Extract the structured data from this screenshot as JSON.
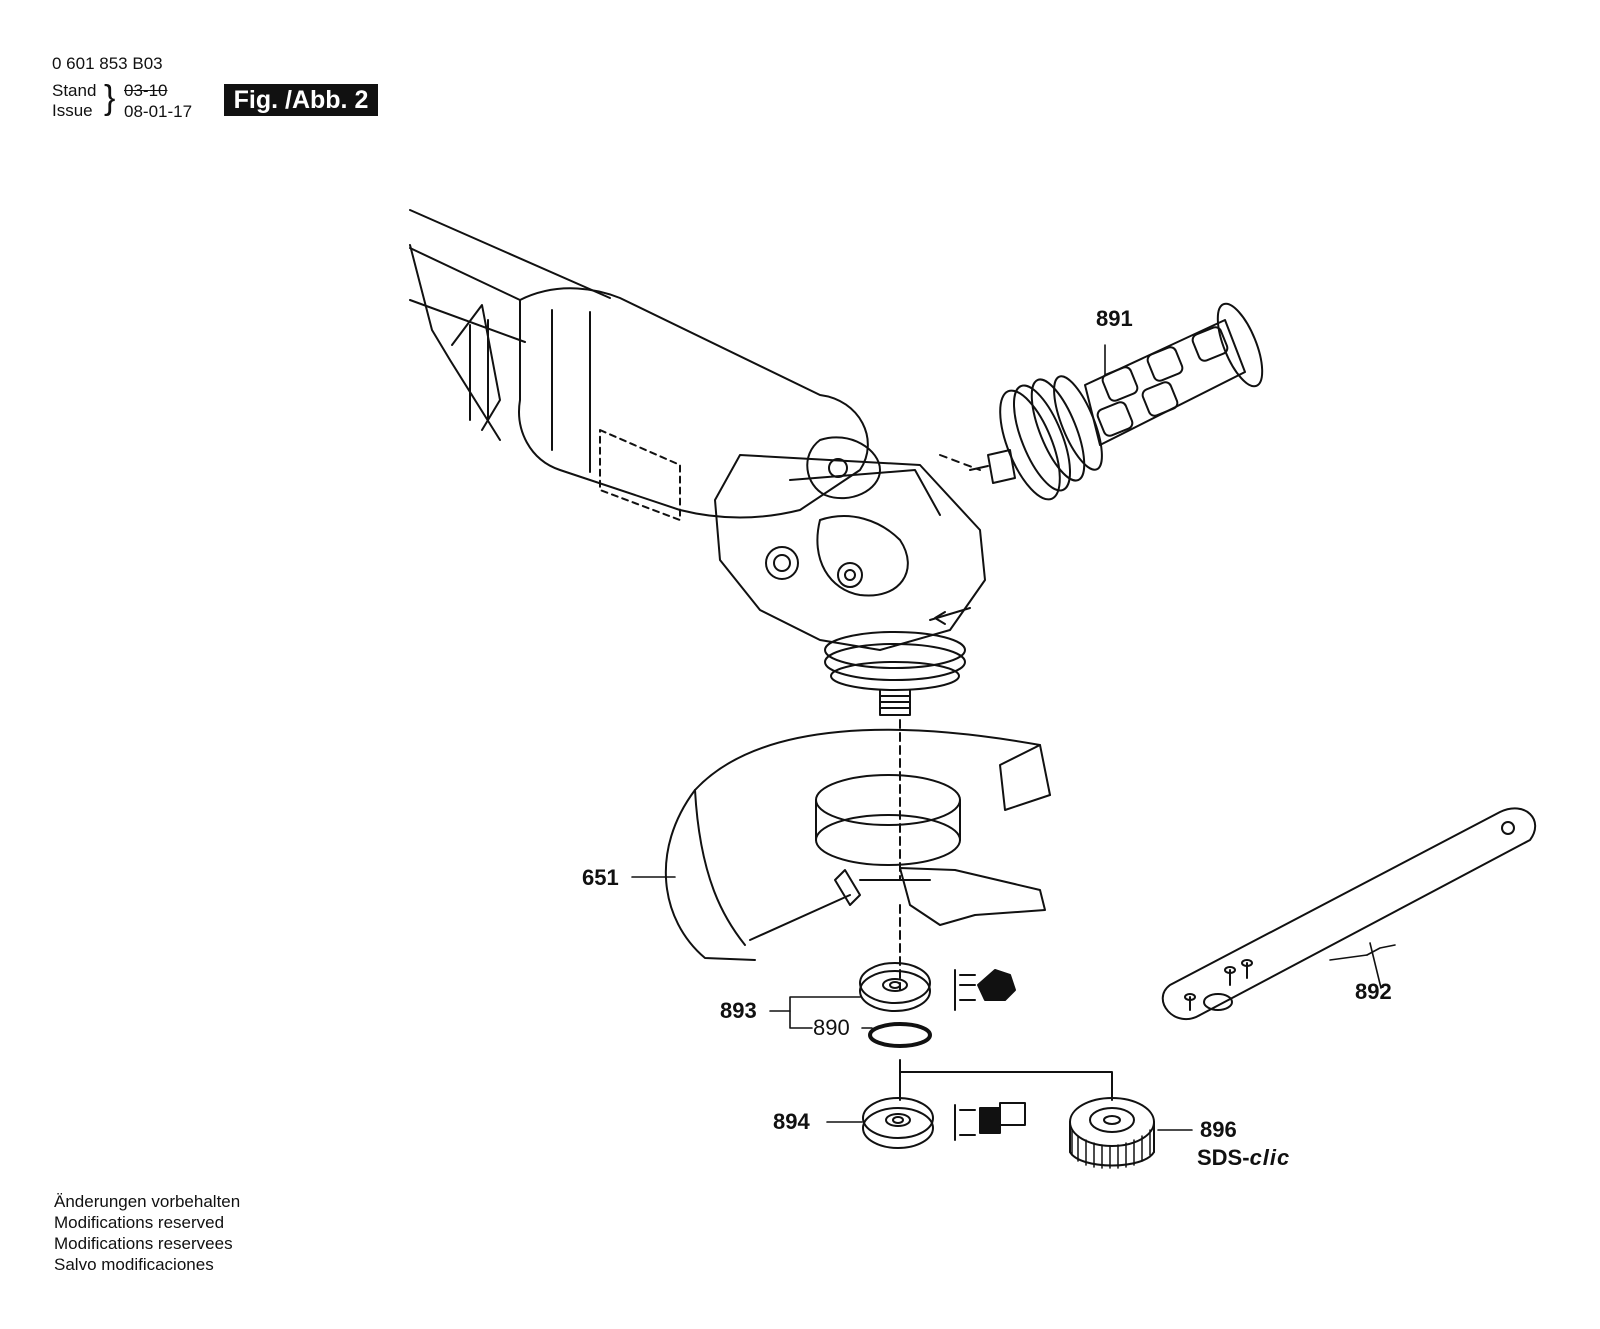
{
  "header": {
    "part_number": "0 601 853 B03",
    "stand_label": "Stand",
    "issue_label": "Issue",
    "stand_value": "03-10",
    "issue_value": "08-01-17",
    "figure_label": "Fig. /Abb. 2"
  },
  "callouts": {
    "p891": "891",
    "p651": "651",
    "p893": "893",
    "p890": "890",
    "p892": "892",
    "p894": "894",
    "p896": "896"
  },
  "sds_brand": {
    "prefix": "SDS-",
    "suffix": "clic"
  },
  "notes": [
    "Änderungen vorbehalten",
    "Modifications reserved",
    "Modifications reservees",
    "Salvo modificaciones"
  ],
  "colors": {
    "line": "#111111",
    "background": "#ffffff",
    "figure_box": "#111111"
  }
}
